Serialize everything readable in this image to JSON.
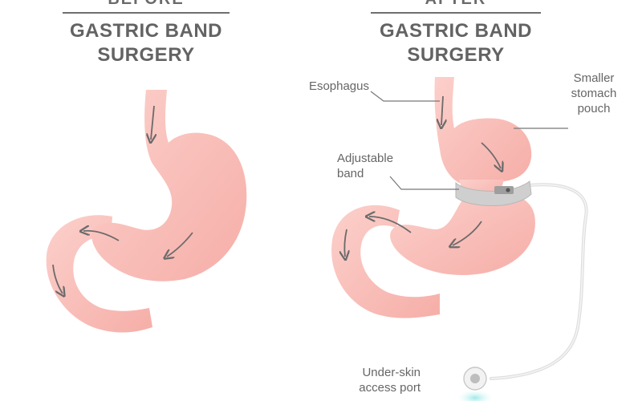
{
  "before": {
    "cut_label": "BEFORE",
    "title_line1": "GASTRIC BAND",
    "title_line2": "SURGERY"
  },
  "after": {
    "cut_label": "AFTER",
    "title_line1": "GASTRIC BAND",
    "title_line2": "SURGERY"
  },
  "labels": {
    "esophagus": "Esophagus",
    "pouch_line1": "Smaller",
    "pouch_line2": "stomach",
    "pouch_line3": "pouch",
    "band_line1": "Adjustable",
    "band_line2": "band",
    "port_line1": "Under-skin",
    "port_line2": "access port"
  },
  "colors": {
    "stomach_fill": "#f7b8b2",
    "stomach_highlight": "#fcd3cf",
    "arrow": "#6b6b6b",
    "leader": "#777777",
    "band": "#c9c9c9",
    "tube": "#e9e9e9",
    "port_glow": "#bff1f0"
  }
}
